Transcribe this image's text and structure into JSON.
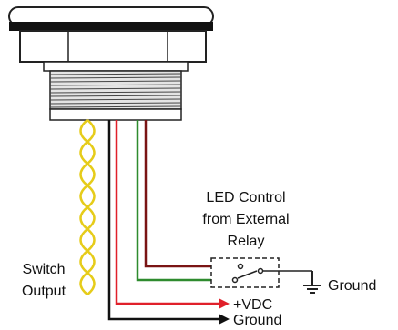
{
  "labels": {
    "led_control": [
      "LED Control",
      "from External",
      "Relay"
    ],
    "switch_output": [
      "Switch",
      "Output"
    ],
    "vdc": "+VDC",
    "ground_bottom": "Ground",
    "ground_right": "Ground"
  },
  "colors": {
    "wire_red": "#e0202a",
    "wire_green": "#2e8b2e",
    "wire_brown": "#7a1414",
    "wire_black": "#111111",
    "wire_yellow": "#e6cc1a",
    "housing_fill": "#ffffff",
    "housing_stroke": "#222222",
    "thread_fill": "#d8d8d8",
    "button_fill": "#111111"
  }
}
